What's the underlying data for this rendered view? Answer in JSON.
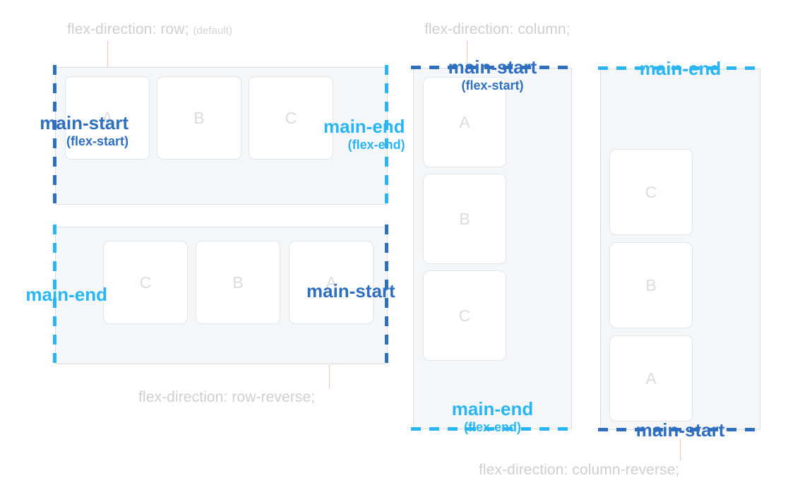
{
  "panels": {
    "row": {
      "caption_main": "flex-direction: row;",
      "caption_sub": "(default)",
      "start_label": "main-start",
      "start_sub": "(flex-start)",
      "end_label": "main-end",
      "end_sub": "(flex-end)",
      "items": [
        "A",
        "B",
        "C"
      ]
    },
    "row_reverse": {
      "caption_main": "flex-direction: row-reverse;",
      "caption_sub": "",
      "start_label": "main-start",
      "start_sub": "",
      "end_label": "main-end",
      "end_sub": "",
      "items": [
        "C",
        "B",
        "A"
      ]
    },
    "column": {
      "caption_main": "flex-direction: column;",
      "caption_sub": "",
      "start_label": "main-start",
      "start_sub": "(flex-start)",
      "end_label": "main-end",
      "end_sub": "(flex-end)",
      "items": [
        "A",
        "B",
        "C"
      ]
    },
    "column_reverse": {
      "caption_main": "flex-direction: column-reverse;",
      "caption_sub": "",
      "start_label": "main-start",
      "start_sub": "",
      "end_label": "main-end",
      "end_sub": "",
      "items": [
        "C",
        "B",
        "A"
      ]
    }
  },
  "colors": {
    "main_start": "#2f6fc0",
    "main_end": "#2ab6f4",
    "caption": "#cfcfcf",
    "item_text": "#dcdcdc",
    "container_bg": "#f5f6f8",
    "container_border": "#dcdde0",
    "leader": "#f5c3b4"
  }
}
